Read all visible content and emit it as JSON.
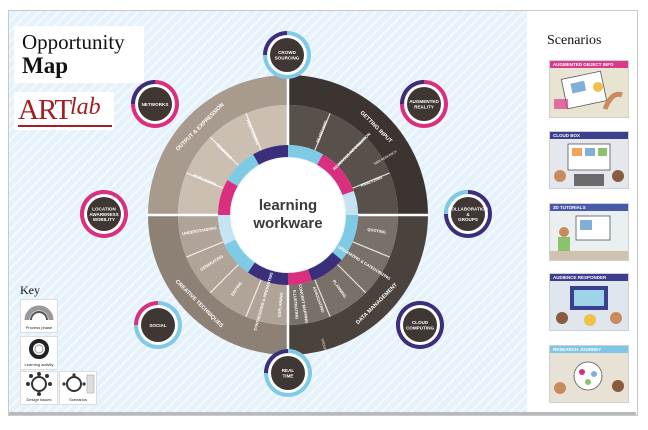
{
  "title": {
    "line1": "Opportunity",
    "line2": "Map"
  },
  "logo": {
    "art": "ART",
    "lab": "lab"
  },
  "center": {
    "line1": "learning",
    "line2": "workware"
  },
  "phases": [
    "OUTPUT & EXPRESSION",
    "GETTING INPUT",
    "DATA MANAGEMENT",
    "CREATIVE TECHNIQUES"
  ],
  "activities": [
    "PERFORMING",
    "TEACHING",
    "PUBLISHING",
    "SEARCHING",
    "RECEIVING INFORMATION",
    "ANALYZING",
    "QUOTING",
    "ORGANIZING & CATEGORIZING",
    "PLANNING",
    "ASSOCIATING",
    "ILLUSTRATING",
    "UNDERSTANDING",
    "GENERATING",
    "EDITING",
    "SYNTHESIZING & PRESENTING",
    "EXPLAINING",
    "CONCEPT MAPPING"
  ],
  "sub_labels": [
    "WEB RESEARCH",
    "GROUP PROJECTS"
  ],
  "nodes": [
    "CROWD SOURCING",
    "AUGMENTED REALITY",
    "COLLABORATION & GROUPS",
    "CLOUD COMPUTING",
    "REAL TIME",
    "SOCIAL",
    "LOCATION AWARENESS MOBILITY",
    "NETWORKS"
  ],
  "key": {
    "title": "Key",
    "items": [
      "Process phase",
      "Learning activity",
      "Design issues",
      "Scenarios"
    ]
  },
  "scenarios": {
    "title": "Scenarios",
    "items": [
      {
        "label": "AUGMENTED OBJECT INFO",
        "color": "#d83a8c"
      },
      {
        "label": "CLOUD BOX",
        "color": "#3a3f8e"
      },
      {
        "label": "3D TUTORIALS",
        "color": "#4a5aaa"
      },
      {
        "label": "AUDIENCE RESPONDER",
        "color": "#3b3f8d"
      },
      {
        "label": "RESEARCH JOURNEY",
        "color": "#7fc6e6"
      }
    ]
  },
  "colors": {
    "dark": "#3e3733",
    "light": "#a99c90",
    "magenta": "#d8307f",
    "purple": "#3b2e7a",
    "cyan": "#7fcbe6",
    "lightblue": "#c5e3f3"
  }
}
